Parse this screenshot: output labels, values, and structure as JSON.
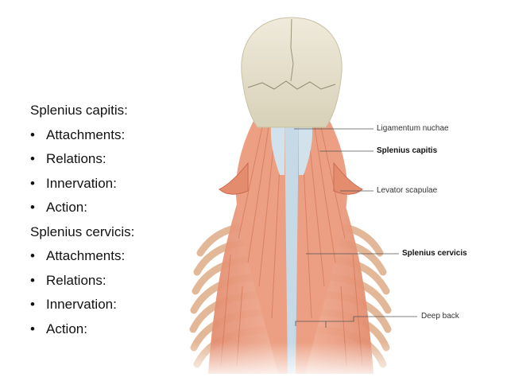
{
  "slide": {
    "sections": [
      {
        "heading": "Splenius capitis:",
        "bullets": [
          "Attachments:",
          "Relations:",
          "Innervation:",
          "Action:"
        ]
      },
      {
        "heading": "Splenius cervicis:",
        "bullets": [
          "Attachments:",
          "Relations:",
          "Innervation:",
          "Action:"
        ]
      }
    ],
    "bullet_char": "•"
  },
  "figure": {
    "labels": {
      "ligamentum_nuchae": "Ligamentum nuchae",
      "splenius_capitis": "Splenius capitis",
      "levator_scapulae": "Levator scapulae",
      "splenius_cervicis": "Splenius cervicis",
      "deep_back": "Deep back"
    },
    "colors": {
      "skull": "#e6e1cc",
      "muscle": "#eda185",
      "muscle_dark": "#d97a5e",
      "ligament": "#bcd2e2",
      "rib": "#e8c6a8"
    }
  }
}
